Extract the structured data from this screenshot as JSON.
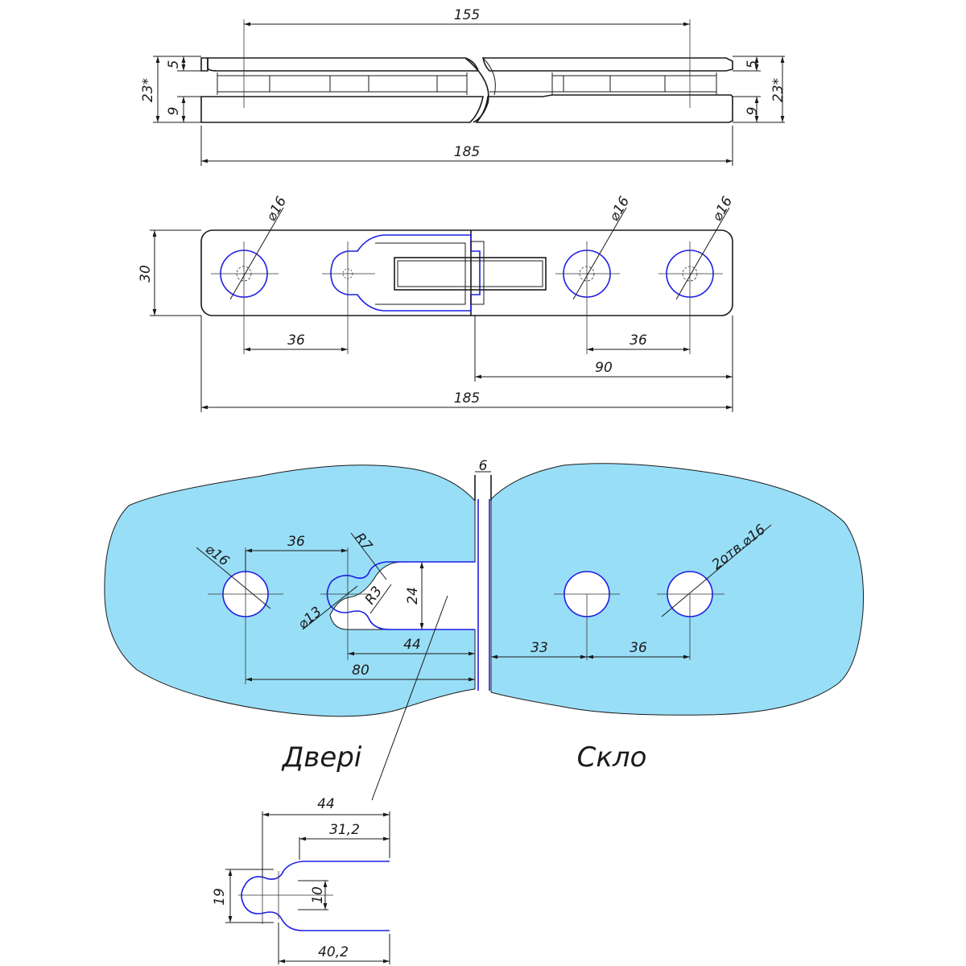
{
  "top_view": {
    "dim_length_inner": "155",
    "dim_length_total": "185",
    "dim_top_plate_left": "5",
    "dim_bottom_plate_left": "9",
    "dim_height_left": "23*",
    "dim_top_plate_right": "5",
    "dim_bottom_plate_right": "9",
    "dim_height_right": "23*"
  },
  "plan_view": {
    "dim_height": "30",
    "hole_left": "⌀16",
    "hole_mid": "⌀16",
    "hole_right": "⌀16",
    "dim_left_spacing": "36",
    "dim_right_spacing": "36",
    "dim_right_part": "90",
    "dim_total": "185"
  },
  "glass_view": {
    "gap": "6",
    "hole_door": "⌀16",
    "dim_hole_spacing_door": "36",
    "radius_outer": "R7",
    "radius_inner": "R3",
    "slot_hole": "⌀13",
    "dim_slot_height": "24",
    "dim_slot_depth": "44",
    "dim_door_total": "80",
    "holes_glass": "2отв.⌀16",
    "dim_glass_first": "33",
    "dim_glass_spacing": "36",
    "label_door": "Двері",
    "label_glass": "Скло"
  },
  "detail_view": {
    "dim_total": "44",
    "dim_inner_top": "31,2",
    "dim_height": "19",
    "dim_inner_height": "10",
    "dim_inner_bottom": "40,2"
  }
}
